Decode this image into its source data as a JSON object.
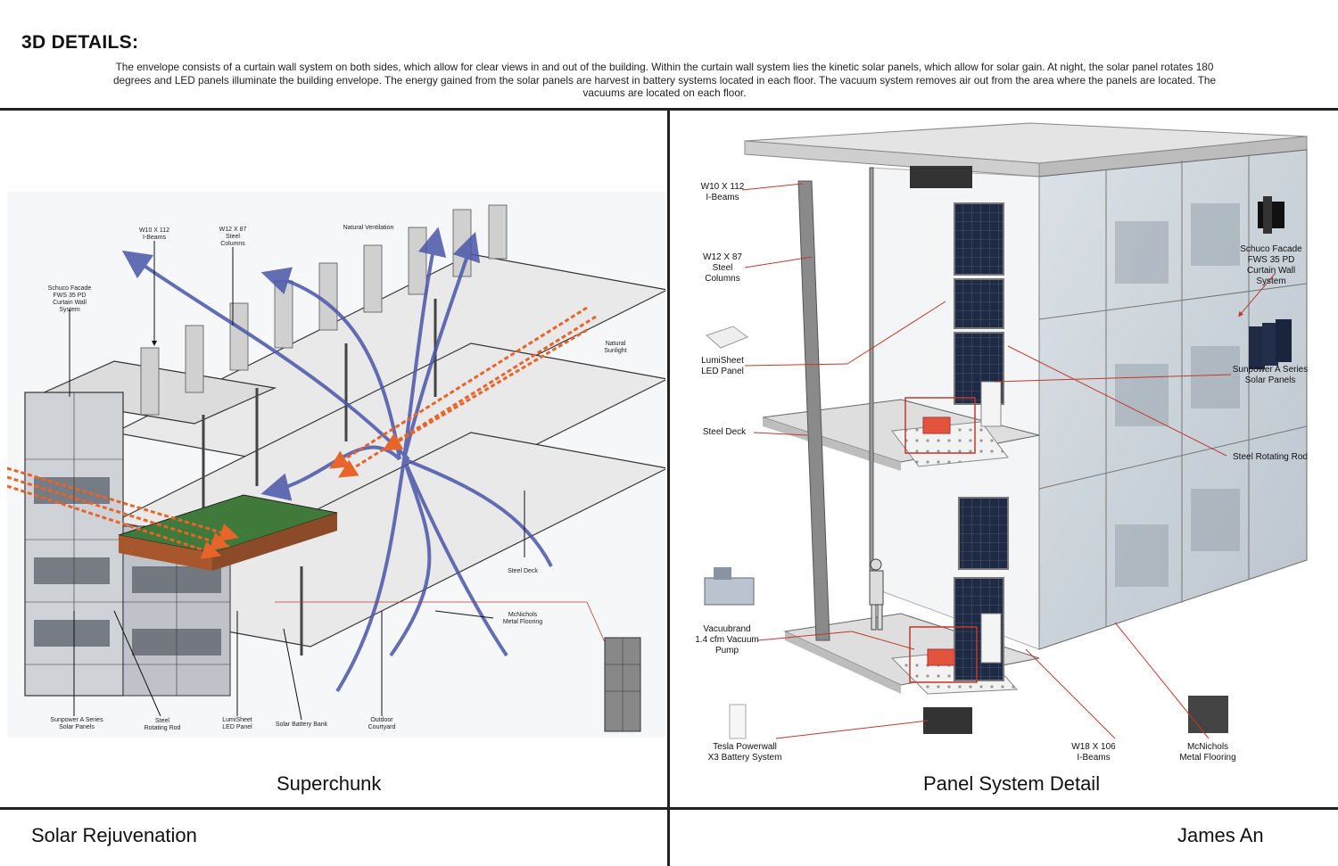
{
  "header": {
    "title": "3D DETAILS:",
    "description": "The envelope consists of a curtain wall system on both sides, which allow for clear views in and out of the building. Within the curtain wall system lies the kinetic solar panels, which allow for solar gain. At night, the solar panel rotates 180 degrees and LED panels illuminate the building envelope. The energy gained from the solar panels are harvest in battery systems located in each floor.  The vacuum system removes air out from the area where the panels are located. The vacuums are located on each floor."
  },
  "left_panel": {
    "caption": "Superchunk",
    "labels": {
      "w10": [
        "W10 X 112",
        "I-Beams"
      ],
      "w12": [
        "W12 X 87",
        "Steel",
        "Columns"
      ],
      "ventilation": [
        "Natural Ventilation"
      ],
      "schuco": [
        "Schuco Facade",
        "FWS 35 PD",
        "Curtain Wall",
        "System"
      ],
      "sunlight": [
        "Natural",
        "Sunlight"
      ],
      "steel_deck": [
        "Steel Deck"
      ],
      "mcnichols": [
        "McNichols",
        "Metal Flooring"
      ],
      "sunpower": [
        "Sunpower A Series",
        "Solar Panels"
      ],
      "rod": [
        "Steel",
        "Rotating Rod"
      ],
      "lumisheet": [
        "LumiSheet",
        "LED Panel"
      ],
      "battery": [
        "Solar Battery Bank"
      ],
      "courtyard": [
        "Outdoor",
        "Courtyard"
      ]
    }
  },
  "right_panel": {
    "caption": "Panel System Detail",
    "labels": {
      "w10": [
        "W10 X 112",
        "I-Beams"
      ],
      "w12": [
        "W12 X 87",
        "Steel",
        "Columns"
      ],
      "lumisheet": [
        "LumiSheet",
        "LED Panel"
      ],
      "steel_deck": [
        "Steel Deck"
      ],
      "vacuum": [
        "Vacuubrand",
        "1.4 cfm Vacuum",
        "Pump"
      ],
      "tesla": [
        "Tesla Powerwall",
        "X3 Battery System"
      ],
      "schuco": [
        "Schuco Facade",
        "FWS 35 PD",
        "Curtain Wall",
        "System"
      ],
      "sunpower": [
        "Sunpower A Series",
        "Solar Panels"
      ],
      "rod": [
        "Steel Rotating Rod"
      ],
      "w18": [
        "W18 X 106",
        "I-Beams"
      ],
      "mcnichols": [
        "McNichols",
        "Metal Flooring"
      ]
    }
  },
  "footer": {
    "project": "Solar Rejuvenation",
    "author": "James An"
  },
  "colors": {
    "airflow": "#4a56a8",
    "sunlight": "#e8642a",
    "callout": "#c0392b",
    "grass": "#3f7a3a",
    "solar_panel": "#1f2a44"
  }
}
